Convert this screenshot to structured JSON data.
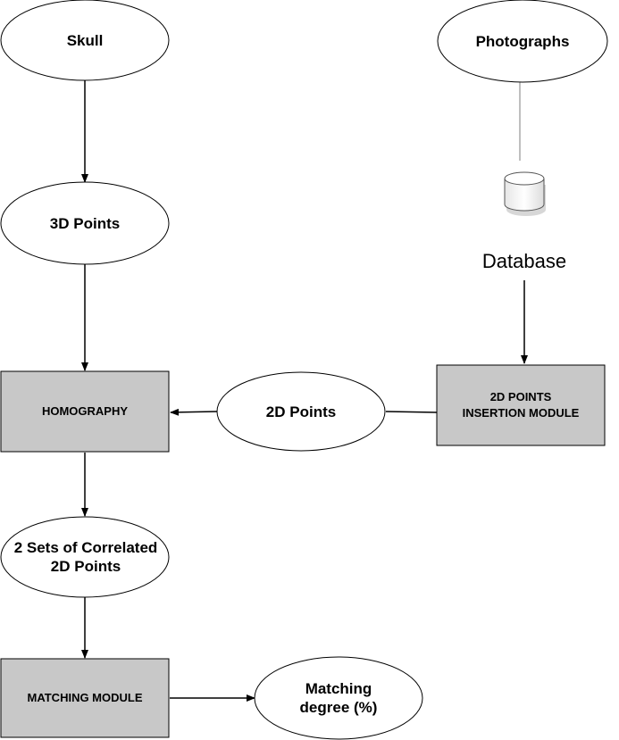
{
  "nodes": {
    "skull": "Skull",
    "photographs": "Photographs",
    "points_3d": "3D Points",
    "database": "Database",
    "homography": "HOMOGRAPHY",
    "points_2d": "2D Points",
    "insertion_module": "2D POINTS INSERTION MODULE",
    "correlated_points": "2 Sets of Correlated 2D Points",
    "matching_module": "MATCHING MODULE",
    "matching_degree": "Matching degree (%)"
  },
  "colors": {
    "module_fill": "#c8c8c8",
    "ellipse_fill": "#ffffff",
    "stroke": "#000000",
    "connector": "#7f7f7f"
  }
}
